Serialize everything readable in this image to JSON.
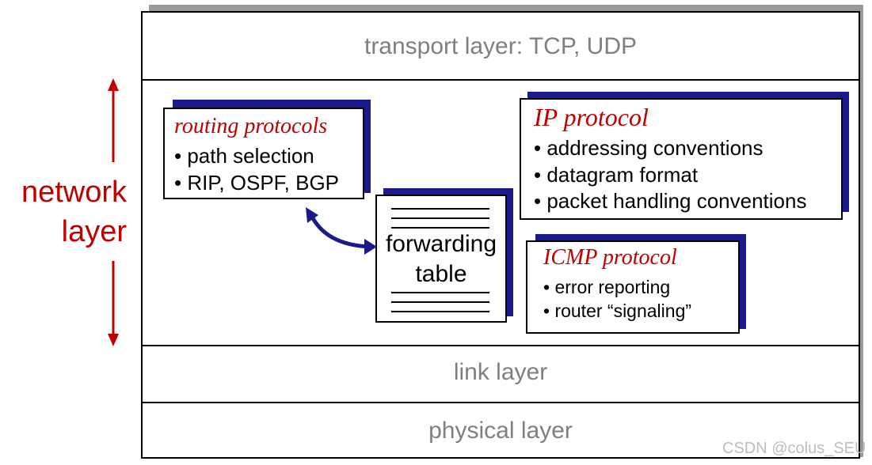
{
  "side": {
    "label_line1": "network",
    "label_line2": "layer"
  },
  "layers": {
    "transport": "transport layer: TCP, UDP",
    "link": "link layer",
    "physical": "physical layer"
  },
  "routing": {
    "title": "routing protocols",
    "items": [
      "• path selection",
      "• RIP, OSPF, BGP"
    ]
  },
  "forwarding": {
    "line1": "forwarding",
    "line2": "table"
  },
  "ip": {
    "title": "IP protocol",
    "items": [
      "• addressing conventions",
      "• datagram format",
      "• packet handling conventions"
    ]
  },
  "icmp": {
    "title": "ICMP protocol",
    "items": [
      "• error reporting",
      "• router “signaling”"
    ]
  },
  "watermark": "CSDN @colus_SEU",
  "colors": {
    "accent": "#c00000",
    "navy": "#1a1a8c",
    "gray_text": "#7f7f7f"
  }
}
